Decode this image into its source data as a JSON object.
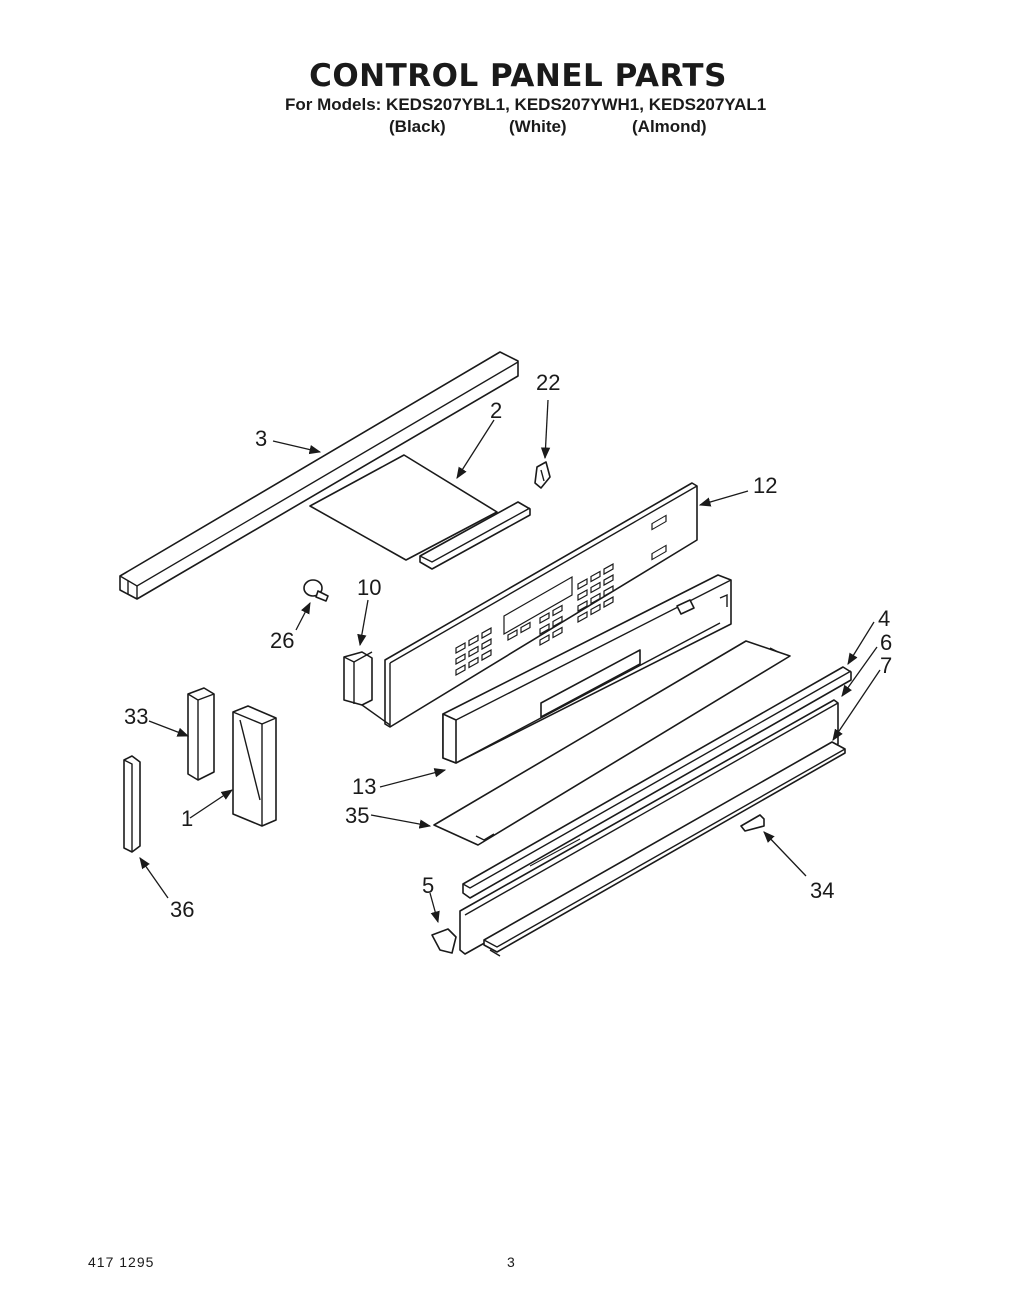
{
  "header": {
    "title": "CONTROL PANEL PARTS",
    "models_line": "For Models: KEDS207YBL1, KEDS207YWH1, KEDS207YAL1",
    "colors": [
      "(Black)",
      "(White)",
      "(Almond)"
    ]
  },
  "callouts": [
    "1",
    "2",
    "3",
    "4",
    "5",
    "6",
    "7",
    "10",
    "12",
    "13",
    "22",
    "26",
    "33",
    "34",
    "35",
    "36"
  ],
  "footer": {
    "doc_number": "417 1295",
    "page_number": "3"
  }
}
